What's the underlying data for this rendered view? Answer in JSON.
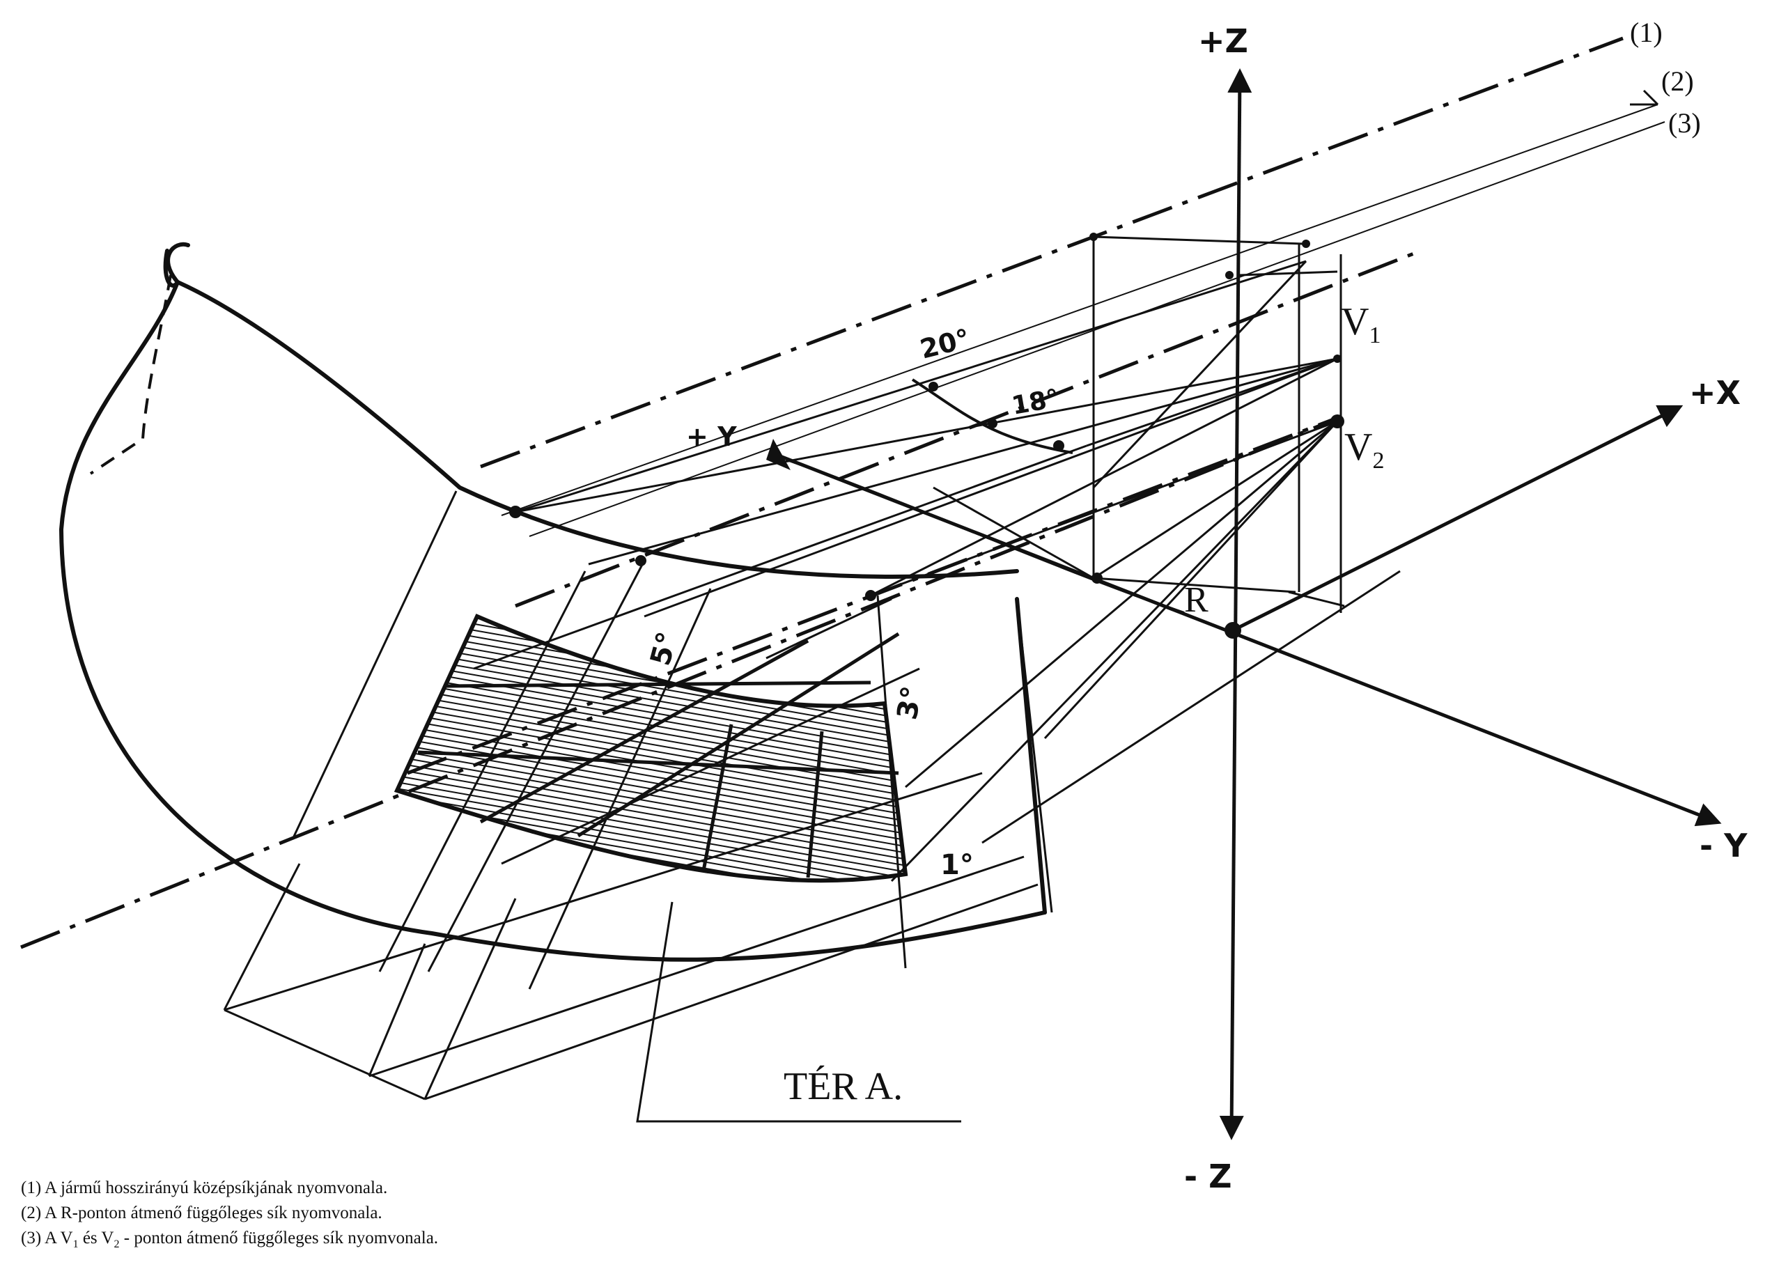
{
  "labels": {
    "plus_z": "+Z",
    "minus_z": "- Z",
    "plus_x": "+X",
    "minus_y": "- Y",
    "plus_y": "+ Y",
    "point_r": "R",
    "v1_main": "V",
    "v1_sub": "1",
    "v2_main": "V",
    "v2_sub": "2",
    "angle_20": "20°",
    "angle_18": "18°",
    "angle_5": "5°",
    "angle_3": "3°",
    "angle_1": "1°",
    "plane_1": "(1)",
    "plane_2": "(2)",
    "plane_3": "(3)",
    "area_title": "TÉR A."
  },
  "legend": {
    "line1": "(1) A jármű hosszirányú középsíkjának nyomvonala.",
    "line2": "(2) A R-ponton  átmenő függőleges sík nyomvonala.",
    "line3_a": "(3) A V",
    "line3_sub1": "1",
    "line3_b": " és V",
    "line3_sub2": "2",
    "line3_c": " - ponton átmenő függőleges sík nyomvonala."
  },
  "colors": {
    "ink": "#111111",
    "paper": "#ffffff"
  }
}
